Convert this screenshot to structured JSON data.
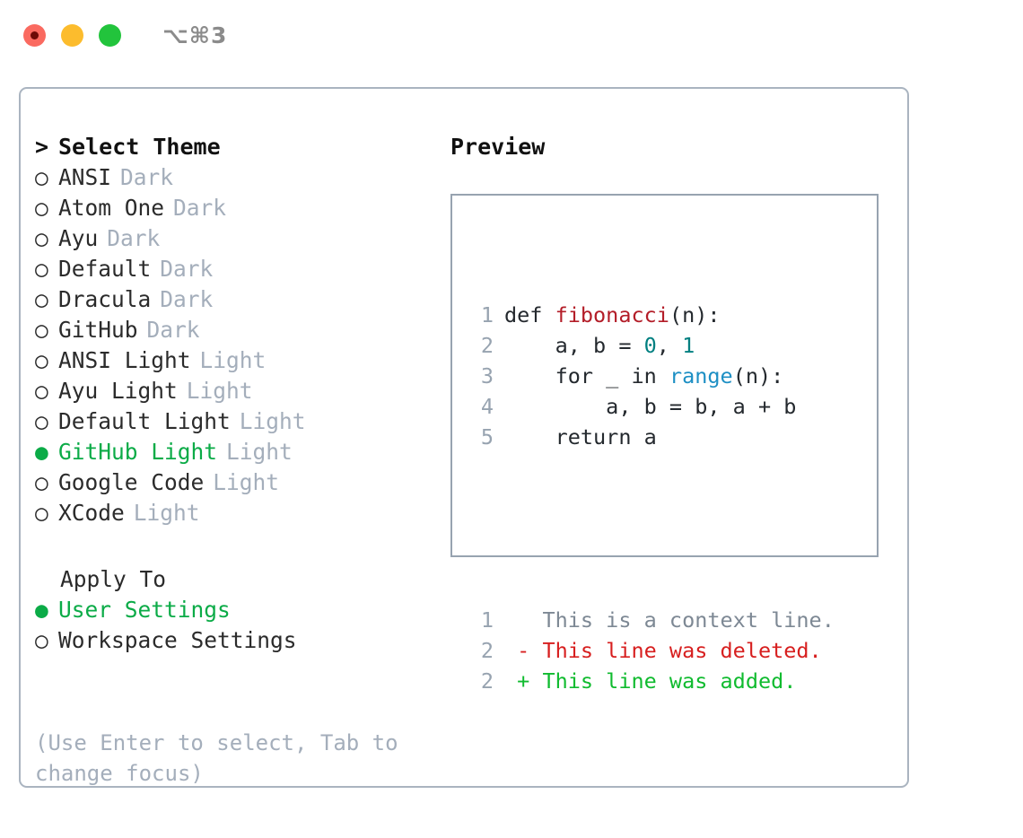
{
  "titlebar": {
    "shortcut": "⌥⌘3",
    "buttons": [
      {
        "name": "close",
        "color": "#fa6a60"
      },
      {
        "name": "minimize",
        "color": "#fcbc2d"
      },
      {
        "name": "maximize",
        "color": "#22c43c"
      }
    ]
  },
  "theme_picker": {
    "caret": ">",
    "header": "Select Theme",
    "bullet_unselected": "○",
    "bullet_selected": "●",
    "items": [
      {
        "label": "ANSI",
        "tag": "Dark",
        "selected": false
      },
      {
        "label": "Atom One",
        "tag": "Dark",
        "selected": false
      },
      {
        "label": "Ayu",
        "tag": "Dark",
        "selected": false
      },
      {
        "label": "Default",
        "tag": "Dark",
        "selected": false
      },
      {
        "label": "Dracula",
        "tag": "Dark",
        "selected": false
      },
      {
        "label": "GitHub",
        "tag": "Dark",
        "selected": false
      },
      {
        "label": "ANSI Light",
        "tag": "Light",
        "selected": false
      },
      {
        "label": "Ayu Light",
        "tag": "Light",
        "selected": false
      },
      {
        "label": "Default Light",
        "tag": "Light",
        "selected": false
      },
      {
        "label": "GitHub Light",
        "tag": "Light",
        "selected": true
      },
      {
        "label": "Google Code",
        "tag": "Light",
        "selected": false
      },
      {
        "label": "XCode",
        "tag": "Light",
        "selected": false
      }
    ]
  },
  "apply_to": {
    "header": "Apply To",
    "items": [
      {
        "label": "User Settings",
        "selected": true
      },
      {
        "label": "Workspace Settings",
        "selected": false
      }
    ]
  },
  "hint": "(Use Enter to select, Tab to change focus)",
  "preview": {
    "title": "Preview",
    "code_lines": [
      {
        "num": "1",
        "tokens": [
          {
            "t": "def ",
            "c": "plain"
          },
          {
            "t": "fibonacci",
            "c": "func"
          },
          {
            "t": "(n):",
            "c": "plain"
          }
        ]
      },
      {
        "num": "2",
        "tokens": [
          {
            "t": "    a, b = ",
            "c": "plain"
          },
          {
            "t": "0",
            "c": "num"
          },
          {
            "t": ", ",
            "c": "plain"
          },
          {
            "t": "1",
            "c": "num"
          }
        ]
      },
      {
        "num": "3",
        "tokens": [
          {
            "t": "    for _ in ",
            "c": "plain"
          },
          {
            "t": "range",
            "c": "call"
          },
          {
            "t": "(n):",
            "c": "plain"
          }
        ]
      },
      {
        "num": "4",
        "tokens": [
          {
            "t": "        a, b = b, a + b",
            "c": "plain"
          }
        ]
      },
      {
        "num": "5",
        "tokens": [
          {
            "t": "    return a",
            "c": "plain"
          }
        ]
      }
    ],
    "diff_lines": [
      {
        "num": "1",
        "marker": " ",
        "text": "This is a context line.",
        "kind": "ctx"
      },
      {
        "num": "2",
        "marker": "-",
        "text": "This line was deleted.",
        "kind": "del"
      },
      {
        "num": "2",
        "marker": "+",
        "text": "This line was added.",
        "kind": "add"
      }
    ]
  },
  "colors": {
    "accent_green": "#0bab47",
    "muted": "#a4aebb",
    "border": "#aab4c0",
    "preview_border": "#97a3b0",
    "diff_add": "#10bb2f",
    "diff_del": "#d71f1f",
    "syntax_func": "#b31d28",
    "syntax_num": "#007f80",
    "syntax_call": "#1d8fc4"
  }
}
